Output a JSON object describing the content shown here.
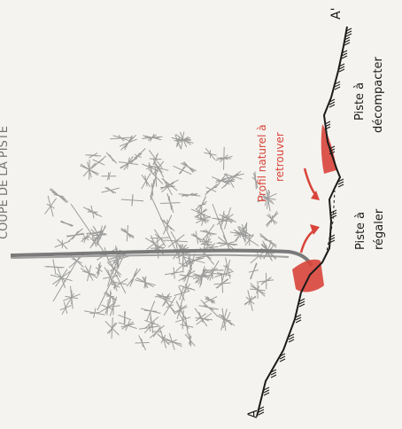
{
  "header": {
    "text": "COUPE DE LA PISTE"
  },
  "labels": {
    "point_a": "A",
    "point_a_prime": "A'",
    "piste_regaler_line1": "Piste à",
    "piste_regaler_line2": "régaler",
    "piste_decompacter_line1": "Piste à",
    "piste_decompacter_line2": "décompacter",
    "profil_line1": "Profil naturel à",
    "profil_line2": "retrouver"
  },
  "colors": {
    "accent": "#d9443a",
    "ink": "#1b1b1b",
    "paper": "#f4f3ef",
    "foliage": "#8d8d8d"
  }
}
